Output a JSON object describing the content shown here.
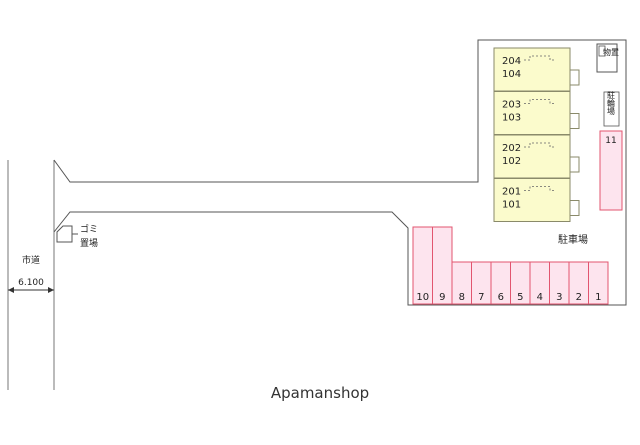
{
  "map": {
    "road": {
      "label": "市道",
      "width_label": "6.100"
    },
    "garbage": {
      "label_line1": "ゴミ",
      "label_line2": "置場"
    },
    "storage": {
      "label": "物置"
    },
    "bike_parking": {
      "label": "駐輪場",
      "space": "11"
    },
    "parking": {
      "label": "駐車場",
      "spaces": [
        "10",
        "9",
        "8",
        "7",
        "6",
        "5",
        "4",
        "3",
        "2",
        "1"
      ]
    },
    "units": [
      {
        "upper": "204",
        "lower": "104"
      },
      {
        "upper": "203",
        "lower": "103"
      },
      {
        "upper": "202",
        "lower": "102"
      },
      {
        "upper": "201",
        "lower": "101"
      }
    ]
  },
  "credit": "Apamanshop",
  "colors": {
    "building_fill": "#fbfbcc",
    "building_stroke": "#8a8a6a",
    "parking_fill": "#fde4ee",
    "parking_stroke": "#e2556f",
    "line": "#555555"
  }
}
